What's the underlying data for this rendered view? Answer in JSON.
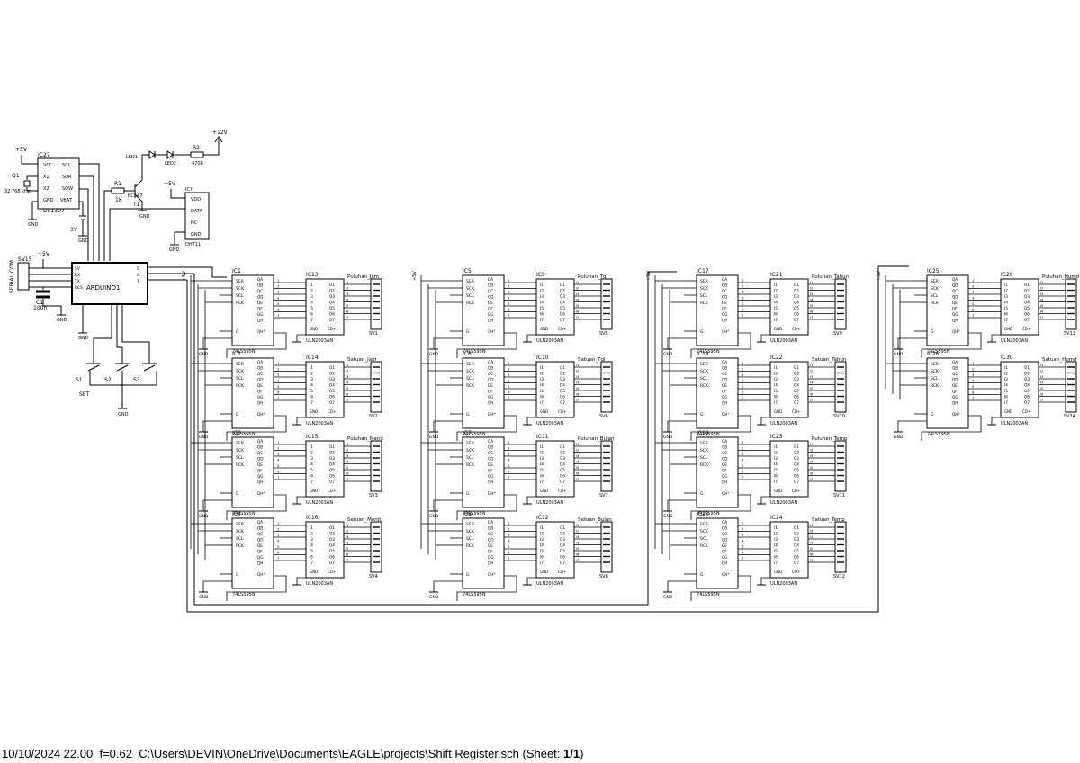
{
  "footer": {
    "datetime": "10/10/2024 22.00",
    "zoom": "f=0.62",
    "path": "C:\\Users\\DEVIN\\OneDrive\\Documents\\EAGLE\\projects\\Shift Register.sch",
    "sheet_prefix": "(Sheet: ",
    "sheet": "1/1",
    "sheet_suffix": ")"
  },
  "top_circuit": {
    "rtc": {
      "name": "IC27",
      "part": "DS1307",
      "pins_left": [
        "VCC",
        "X1",
        "X2",
        "GND"
      ],
      "pins_right": [
        "SCL",
        "SDA",
        "SQW",
        "VBAT"
      ]
    },
    "crystal": {
      "name": "Q1",
      "value": "32.768 kHz"
    },
    "battery": "3V",
    "supply_5v": "+5V",
    "supply_12v": "+12V",
    "r1": {
      "name": "R1",
      "value": "1K"
    },
    "r2": {
      "name": "R2",
      "value": "470R"
    },
    "led1": "LED1",
    "led2": "LED2",
    "transistor": {
      "part": "BC547",
      "name": "T1"
    },
    "dht": {
      "name": "IC?",
      "pins": [
        "VDD",
        "DATA",
        "NC",
        "GND"
      ],
      "part": "DHT11"
    },
    "gnd": "GND"
  },
  "arduino": {
    "label": "ARDUINO1",
    "pins_left": [
      "5V",
      "RX",
      "TX",
      "RES"
    ],
    "pins_right": [
      "5",
      "6",
      "7"
    ]
  },
  "serial": {
    "name": "SV15",
    "label": "SERIAL COM",
    "cap": "C1",
    "cap_value": "100n"
  },
  "switches": {
    "labels": [
      "S1",
      "S2",
      "S3"
    ],
    "set_label": "SET"
  },
  "shift_pins_left": [
    "SER",
    "SCK",
    "SCL",
    "RCK",
    "G"
  ],
  "shift_pins_right": [
    "QA",
    "QB",
    "QC",
    "QD",
    "QE",
    "QF",
    "QG",
    "QH",
    "QH*"
  ],
  "uln_pins": [
    "I1",
    "I2",
    "I3",
    "I4",
    "I5",
    "I6",
    "I7",
    "GND",
    "O1",
    "O2",
    "O3",
    "O4",
    "O5",
    "O6",
    "O7",
    "CD+"
  ],
  "shift_part": "74LS595N",
  "uln_part": "ULN2003AN",
  "columns": [
    {
      "groups": [
        {
          "sr": "IC1",
          "uln": "IC13",
          "label": "Puluhan_Jam",
          "conn": "SV1"
        },
        {
          "sr": "IC2",
          "uln": "IC14",
          "label": "Satuan_Jam",
          "conn": "SV2"
        },
        {
          "sr": "IC3",
          "uln": "IC15",
          "label": "Puluhan_Menit",
          "conn": "SV3"
        },
        {
          "sr": "IC4",
          "uln": "IC16",
          "label": "Satuan_Menit",
          "conn": "SV4"
        }
      ]
    },
    {
      "groups": [
        {
          "sr": "IC5",
          "uln": "IC9",
          "label": "Puluhan_Tgl",
          "conn": "SV5"
        },
        {
          "sr": "IC6",
          "uln": "IC10",
          "label": "Satuan_Tgl",
          "conn": "SV6"
        },
        {
          "sr": "IC7",
          "uln": "IC11",
          "label": "Puluhan_Bulan",
          "conn": "SV7"
        },
        {
          "sr": "IC8",
          "uln": "IC12",
          "label": "Satuan_Bulan",
          "conn": "SV8"
        }
      ]
    },
    {
      "groups": [
        {
          "sr": "IC17",
          "uln": "IC21",
          "label": "Puluhan_Tahun",
          "conn": "SV9"
        },
        {
          "sr": "IC18",
          "uln": "IC22",
          "label": "Satuan_Tahun",
          "conn": "SV10"
        },
        {
          "sr": "IC19",
          "uln": "IC23",
          "label": "Puluhan_Temp",
          "conn": "SV11"
        },
        {
          "sr": "IC20",
          "uln": "IC24",
          "label": "Satuan_Temp",
          "conn": "SV12"
        }
      ]
    },
    {
      "groups": [
        {
          "sr": "IC25",
          "uln": "IC29",
          "label": "Puluhan_Humd",
          "conn": "SV13"
        },
        {
          "sr": "IC26",
          "uln": "IC30",
          "label": "Satuan_Humd",
          "conn": "SV14"
        }
      ]
    }
  ]
}
